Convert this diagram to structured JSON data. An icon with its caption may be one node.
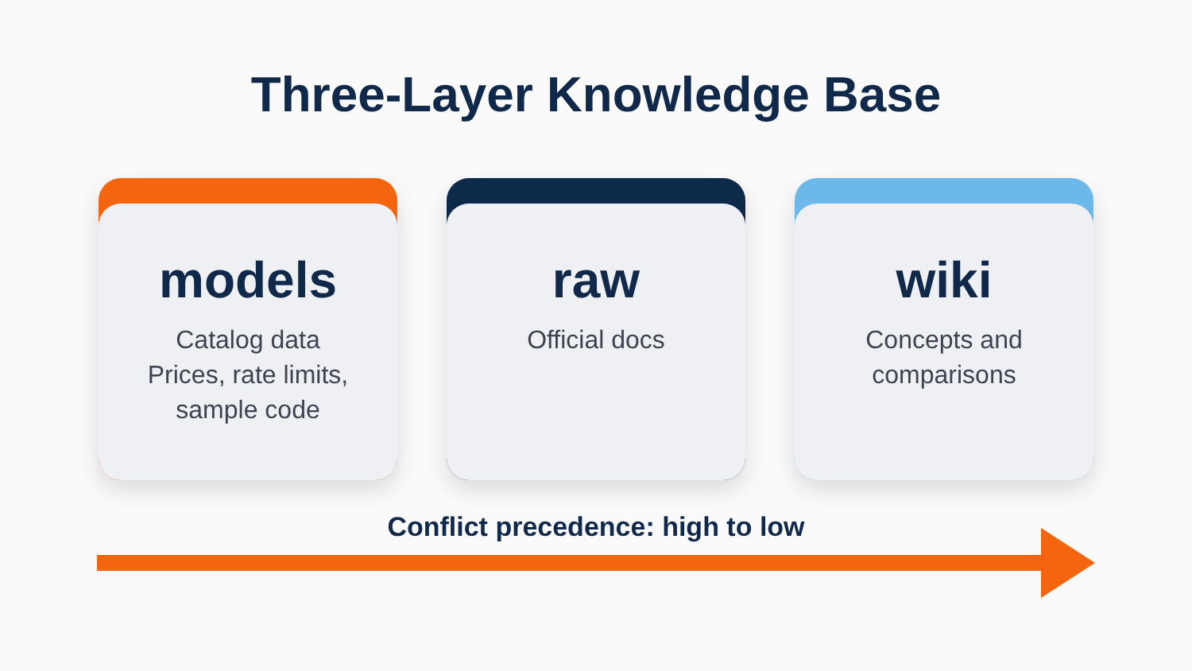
{
  "diagram": {
    "title": "Three-Layer Knowledge Base",
    "nodes": [
      {
        "text": [
          "models",
          "Catalog data",
          "Prices, rate limits, sample code"
        ]
      },
      {
        "text": [
          "raw",
          "Official docs"
        ]
      },
      {
        "text": [
          "wiki",
          "Concepts and comparisons"
        ]
      }
    ],
    "labels": [
      "Conflict precedence: high to low"
    ]
  }
}
